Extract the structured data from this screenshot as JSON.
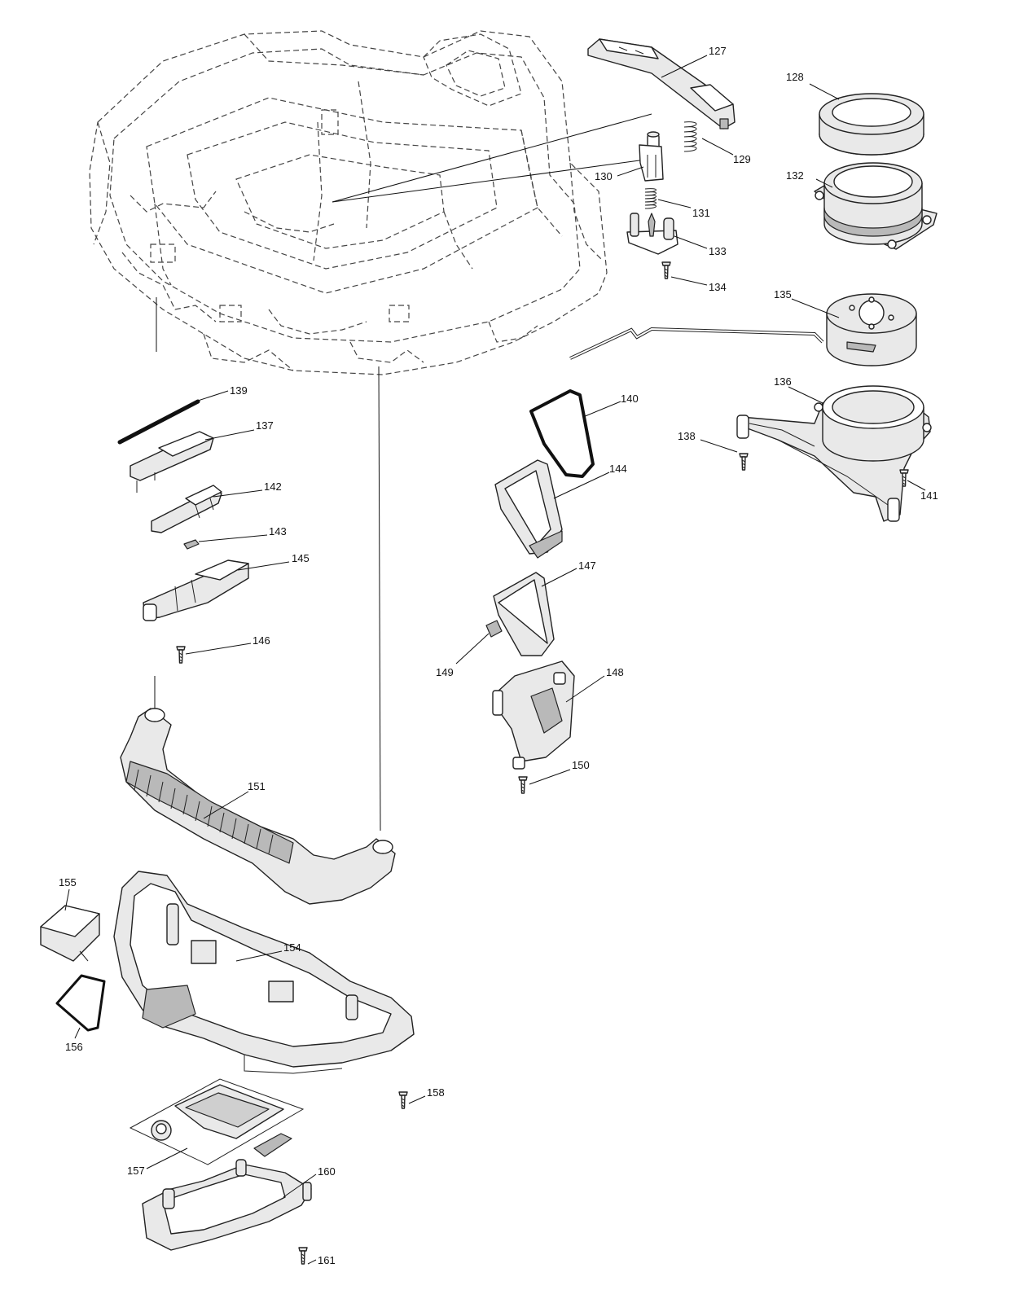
{
  "labels": [
    {
      "id": "127",
      "text": "127"
    },
    {
      "id": "128",
      "text": "128"
    },
    {
      "id": "129",
      "text": "129"
    },
    {
      "id": "130",
      "text": "130"
    },
    {
      "id": "131",
      "text": "131"
    },
    {
      "id": "132",
      "text": "132"
    },
    {
      "id": "133",
      "text": "133"
    },
    {
      "id": "134",
      "text": "134"
    },
    {
      "id": "135",
      "text": "135"
    },
    {
      "id": "136",
      "text": "136"
    },
    {
      "id": "137",
      "text": "137"
    },
    {
      "id": "138",
      "text": "138"
    },
    {
      "id": "139",
      "text": "139"
    },
    {
      "id": "140",
      "text": "140"
    },
    {
      "id": "141",
      "text": "141"
    },
    {
      "id": "142",
      "text": "142"
    },
    {
      "id": "143",
      "text": "143"
    },
    {
      "id": "144",
      "text": "144"
    },
    {
      "id": "145",
      "text": "145"
    },
    {
      "id": "146",
      "text": "146"
    },
    {
      "id": "147",
      "text": "147"
    },
    {
      "id": "148",
      "text": "148"
    },
    {
      "id": "149",
      "text": "149"
    },
    {
      "id": "150",
      "text": "150"
    },
    {
      "id": "151",
      "text": "151"
    },
    {
      "id": "154",
      "text": "154"
    },
    {
      "id": "155",
      "text": "155"
    },
    {
      "id": "156",
      "text": "156"
    },
    {
      "id": "157",
      "text": "157"
    },
    {
      "id": "158",
      "text": "158"
    },
    {
      "id": "160",
      "text": "160"
    },
    {
      "id": "161",
      "text": "161"
    }
  ]
}
